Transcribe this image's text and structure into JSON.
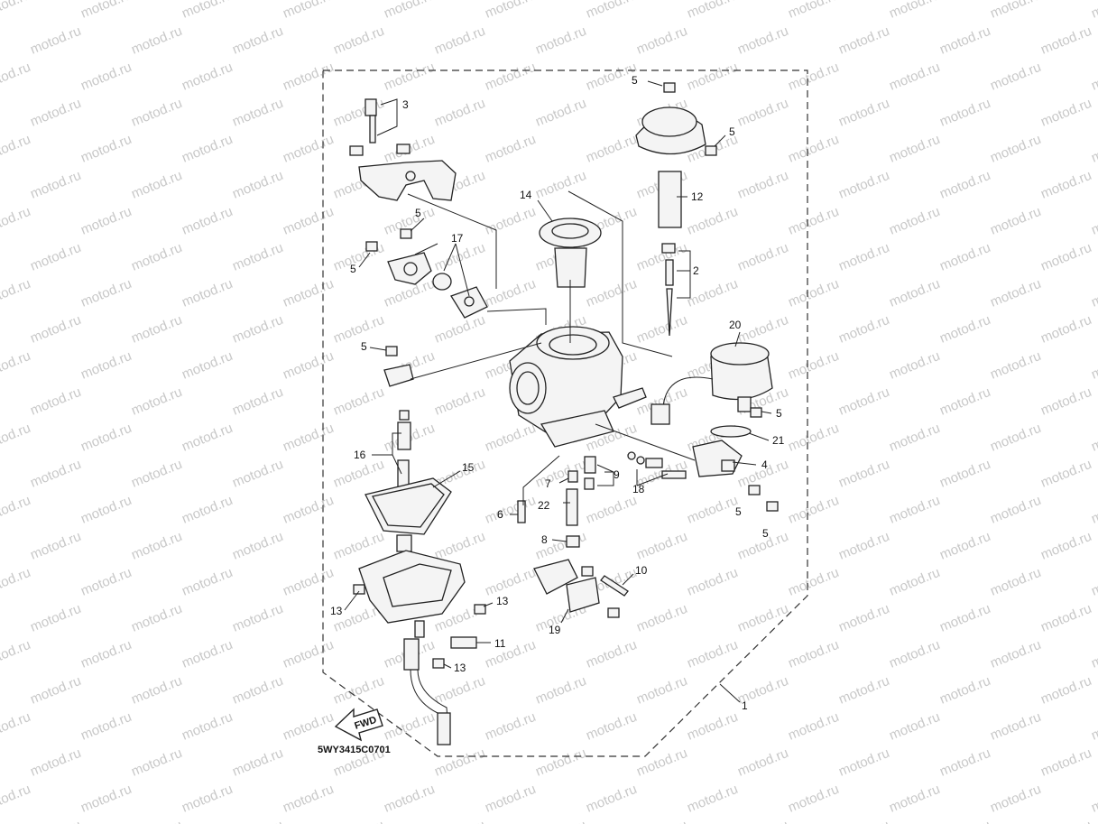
{
  "watermark": {
    "text": "motod.ru",
    "color": "#c8c8c8"
  },
  "drawing_code": "5WY3415C0701",
  "fwd_label": "FWD",
  "assembly_ref": "1",
  "parts": [
    {
      "id": "5a",
      "label": "5"
    },
    {
      "id": "5b",
      "label": "5"
    },
    {
      "id": "3",
      "label": "3"
    },
    {
      "id": "14",
      "label": "14"
    },
    {
      "id": "12",
      "label": "12"
    },
    {
      "id": "2",
      "label": "2"
    },
    {
      "id": "5c",
      "label": "5"
    },
    {
      "id": "17",
      "label": "17"
    },
    {
      "id": "5d",
      "label": "5"
    },
    {
      "id": "20",
      "label": "20"
    },
    {
      "id": "5e",
      "label": "5"
    },
    {
      "id": "5f",
      "label": "5"
    },
    {
      "id": "21",
      "label": "21"
    },
    {
      "id": "16",
      "label": "16"
    },
    {
      "id": "4",
      "label": "4"
    },
    {
      "id": "15",
      "label": "15"
    },
    {
      "id": "7",
      "label": "7"
    },
    {
      "id": "9",
      "label": "9"
    },
    {
      "id": "18",
      "label": "18"
    },
    {
      "id": "22",
      "label": "22"
    },
    {
      "id": "6",
      "label": "6"
    },
    {
      "id": "5g",
      "label": "5"
    },
    {
      "id": "5h",
      "label": "5"
    },
    {
      "id": "8",
      "label": "8"
    },
    {
      "id": "10",
      "label": "10"
    },
    {
      "id": "13a",
      "label": "13"
    },
    {
      "id": "13b",
      "label": "13"
    },
    {
      "id": "19",
      "label": "19"
    },
    {
      "id": "11",
      "label": "11"
    },
    {
      "id": "13c",
      "label": "13"
    }
  ]
}
